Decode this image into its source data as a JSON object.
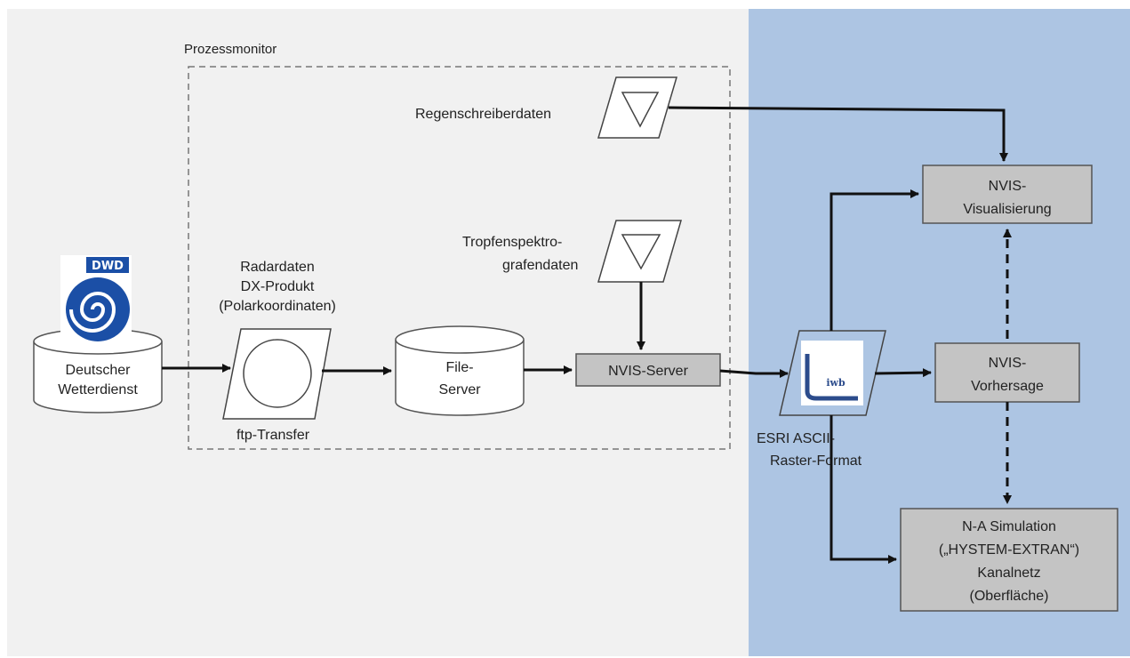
{
  "diagram": {
    "process_monitor_label": "Prozessmonitor",
    "source": {
      "logo_text": "DWD",
      "name_line1": "Deutscher",
      "name_line2": "Wetterdienst",
      "logo_icon": "dwd-swirl-logo"
    },
    "radar": {
      "line1": "Radardaten",
      "line2": "DX-Produkt",
      "line3": "(Polarkoordinaten)",
      "transfer_label": "ftp-Transfer"
    },
    "file_server": {
      "line1": "File-",
      "line2": "Server"
    },
    "nvis_server": {
      "label": "NVIS-Server"
    },
    "regenschreiber": {
      "label": "Regenschreiberdaten"
    },
    "tropfen": {
      "line1": "Tropfenspektro-",
      "line2": "grafendaten"
    },
    "esri": {
      "logo_text": "iwb",
      "line1": "ESRI ASCII-",
      "line2": "Raster-Format"
    },
    "nvis_visualisierung": {
      "line1": "NVIS-",
      "line2": "Visualisierung"
    },
    "nvis_vorhersage": {
      "line1": "NVIS-",
      "line2": "Vorhersage"
    },
    "na_simulation": {
      "line1": "N-A Simulation",
      "line2": "(„HYSTEM-EXTRAN“)",
      "line3": "Kanalnetz",
      "line4": "(Oberfläche)"
    }
  },
  "colors": {
    "left_panel": "#f1f1f1",
    "right_panel": "#adc5e3",
    "box_fill": "#c4c4c4",
    "dwd_blue": "#1b4fa6"
  }
}
